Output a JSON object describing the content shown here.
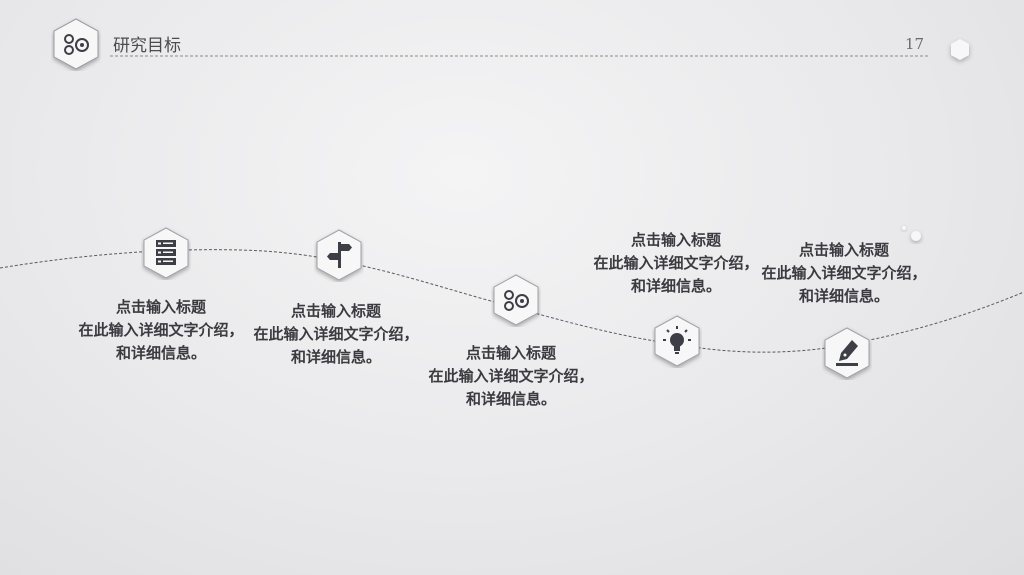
{
  "header": {
    "title": "研究目标",
    "page_number": "17"
  },
  "items": [
    {
      "icon": "server-icon",
      "title": "点击输入标题",
      "line1": "在此输入详细文字介绍，",
      "line2": "和详细信息。"
    },
    {
      "icon": "signpost-icon",
      "title": "点击输入标题",
      "line1": "在此输入详细文字介绍，",
      "line2": "和详细信息。"
    },
    {
      "icon": "gears-icon",
      "title": "点击输入标题",
      "line1": "在此输入详细文字介绍，",
      "line2": "和详细信息。"
    },
    {
      "icon": "lightbulb-icon",
      "title": "点击输入标题",
      "line1": "在此输入详细文字介绍，",
      "line2": "和详细信息。"
    },
    {
      "icon": "pen-nib-icon",
      "title": "点击输入标题",
      "line1": "在此输入详细文字介绍，",
      "line2": "和详细信息。"
    }
  ],
  "colors": {
    "icon_dark": "#3e3e46",
    "curve": "#5a5a60",
    "hex_fill": "#f7f7f8"
  }
}
